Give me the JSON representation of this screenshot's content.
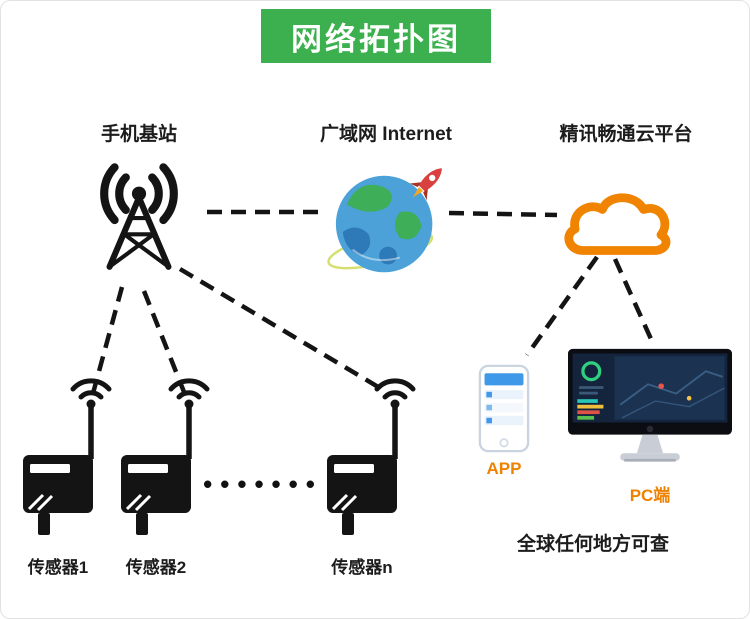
{
  "header": {
    "title": "网络拓扑图"
  },
  "nodes": {
    "base_station": {
      "label": "手机基站",
      "icon": "cell-tower"
    },
    "internet": {
      "label": "广域网 Internet",
      "icon": "globe-with-rocket"
    },
    "cloud_platform": {
      "label": "精讯畅通云平台",
      "icon": "orange-cloud"
    }
  },
  "sensors": {
    "items": [
      {
        "label": "传感器1",
        "icon": "wireless-sensor"
      },
      {
        "label": "传感器2",
        "icon": "wireless-sensor"
      },
      {
        "label": "传感器n",
        "icon": "wireless-sensor"
      }
    ],
    "ellipsis": "•••••••"
  },
  "clients": {
    "app": {
      "label": "APP",
      "icon": "smartphone"
    },
    "pc": {
      "label": "PC端",
      "icon": "imac-monitor"
    },
    "caption": "全球任何地方可查"
  },
  "colors": {
    "header-green": "#3cb04e",
    "accent-orange": "#ef8200",
    "cloud-orange": "#f08300",
    "line-color": "#141414",
    "globe-blue": "#4ba1d8",
    "globe-land-green": "#3fae58",
    "globe-land-dark": "#2e79b8",
    "rocket-red": "#d8413f"
  }
}
